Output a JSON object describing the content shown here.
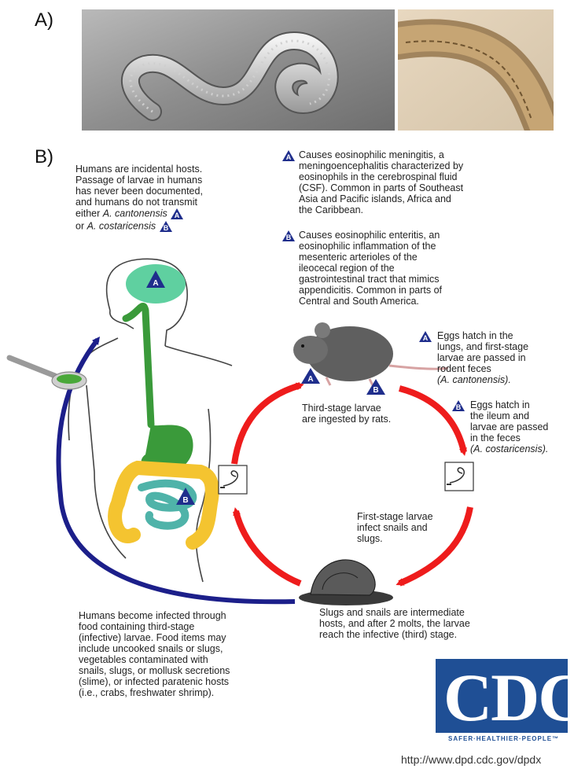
{
  "panel_a": {
    "label": "A)"
  },
  "panel_b": {
    "label": "B)"
  },
  "notes": {
    "humans_incidental": {
      "l1": "Humans are incidental hosts.",
      "l2": "Passage of larvae in humans",
      "l3": "has never been documented,",
      "l4": "and humans do not transmit",
      "l5_pre": "either ",
      "l5_species": "A. cantonensis",
      "l6_pre": "or ",
      "l6_species": "A. costaricensis"
    },
    "cause_a": {
      "l1": "Causes eosinophilic meningitis, a",
      "l2": "meningoencephalitis characterized by",
      "l3": "eosinophils in the cerebrospinal fluid",
      "l4": "(CSF).  Common in parts of Southeast",
      "l5": "Asia and Pacific islands, Africa and",
      "l6": "the Caribbean."
    },
    "cause_b": {
      "l1": "Causes eosinophilic enteritis, an",
      "l2": "eosinophilic inflammation of the",
      "l3": "mesenteric arterioles of the",
      "l4": "ileocecal region of the",
      "l5": "gastrointestinal tract that mimics",
      "l6": "appendicitis.  Common in parts of",
      "l7": "Central and South America."
    },
    "eggs_a": {
      "l1": "Eggs hatch in the",
      "l2": "lungs, and first-stage",
      "l3": "larvae are passed in",
      "l4": "rodent feces",
      "l5": "(A. cantonensis)."
    },
    "eggs_b": {
      "l1": "Eggs hatch in",
      "l2": "the ileum and",
      "l3": "larvae are passed",
      "l4": "in the feces",
      "l5": "(A. costaricensis)."
    },
    "third_stage": {
      "l1": "Third-stage larvae",
      "l2": "are ingested by rats."
    },
    "first_stage": {
      "l1": "First-stage larvae",
      "l2": "infect snails and",
      "l3": "slugs."
    },
    "humans_infected": {
      "l1": "Humans become infected through",
      "l2": "food containing third-stage",
      "l3": "(infective) larvae.  Food items may",
      "l4": "include uncooked snails or slugs,",
      "l5": "vegetables contaminated with",
      "l6": "snails, slugs, or mollusk secretions",
      "l7": "(slime), or infected paratenic hosts",
      "l8": "(i.e., crabs, freshwater shrimp)."
    },
    "slugs_snails": {
      "l1": "Slugs and snails are intermediate",
      "l2": "hosts, and after 2 molts, the larvae",
      "l3": "reach the infective (third) stage."
    }
  },
  "badges": {
    "a": "A",
    "b": "B"
  },
  "logo": {
    "letters": "CDC",
    "tagline": "SAFER·HEALTHIER·PEOPLE™"
  },
  "source_url": "http://www.dpd.cdc.gov/dpdx",
  "colors": {
    "cycle_arrow": "#ee1c1c",
    "human_arrow": "#1c1f8a",
    "badge_blue": "#1f2e8c",
    "brain": "#5fd0a0",
    "gi_green": "#3a9a3a",
    "colon_yellow": "#f4c430",
    "small_intestine": "#4fb3a9",
    "cdc_blue": "#1f4f95"
  }
}
